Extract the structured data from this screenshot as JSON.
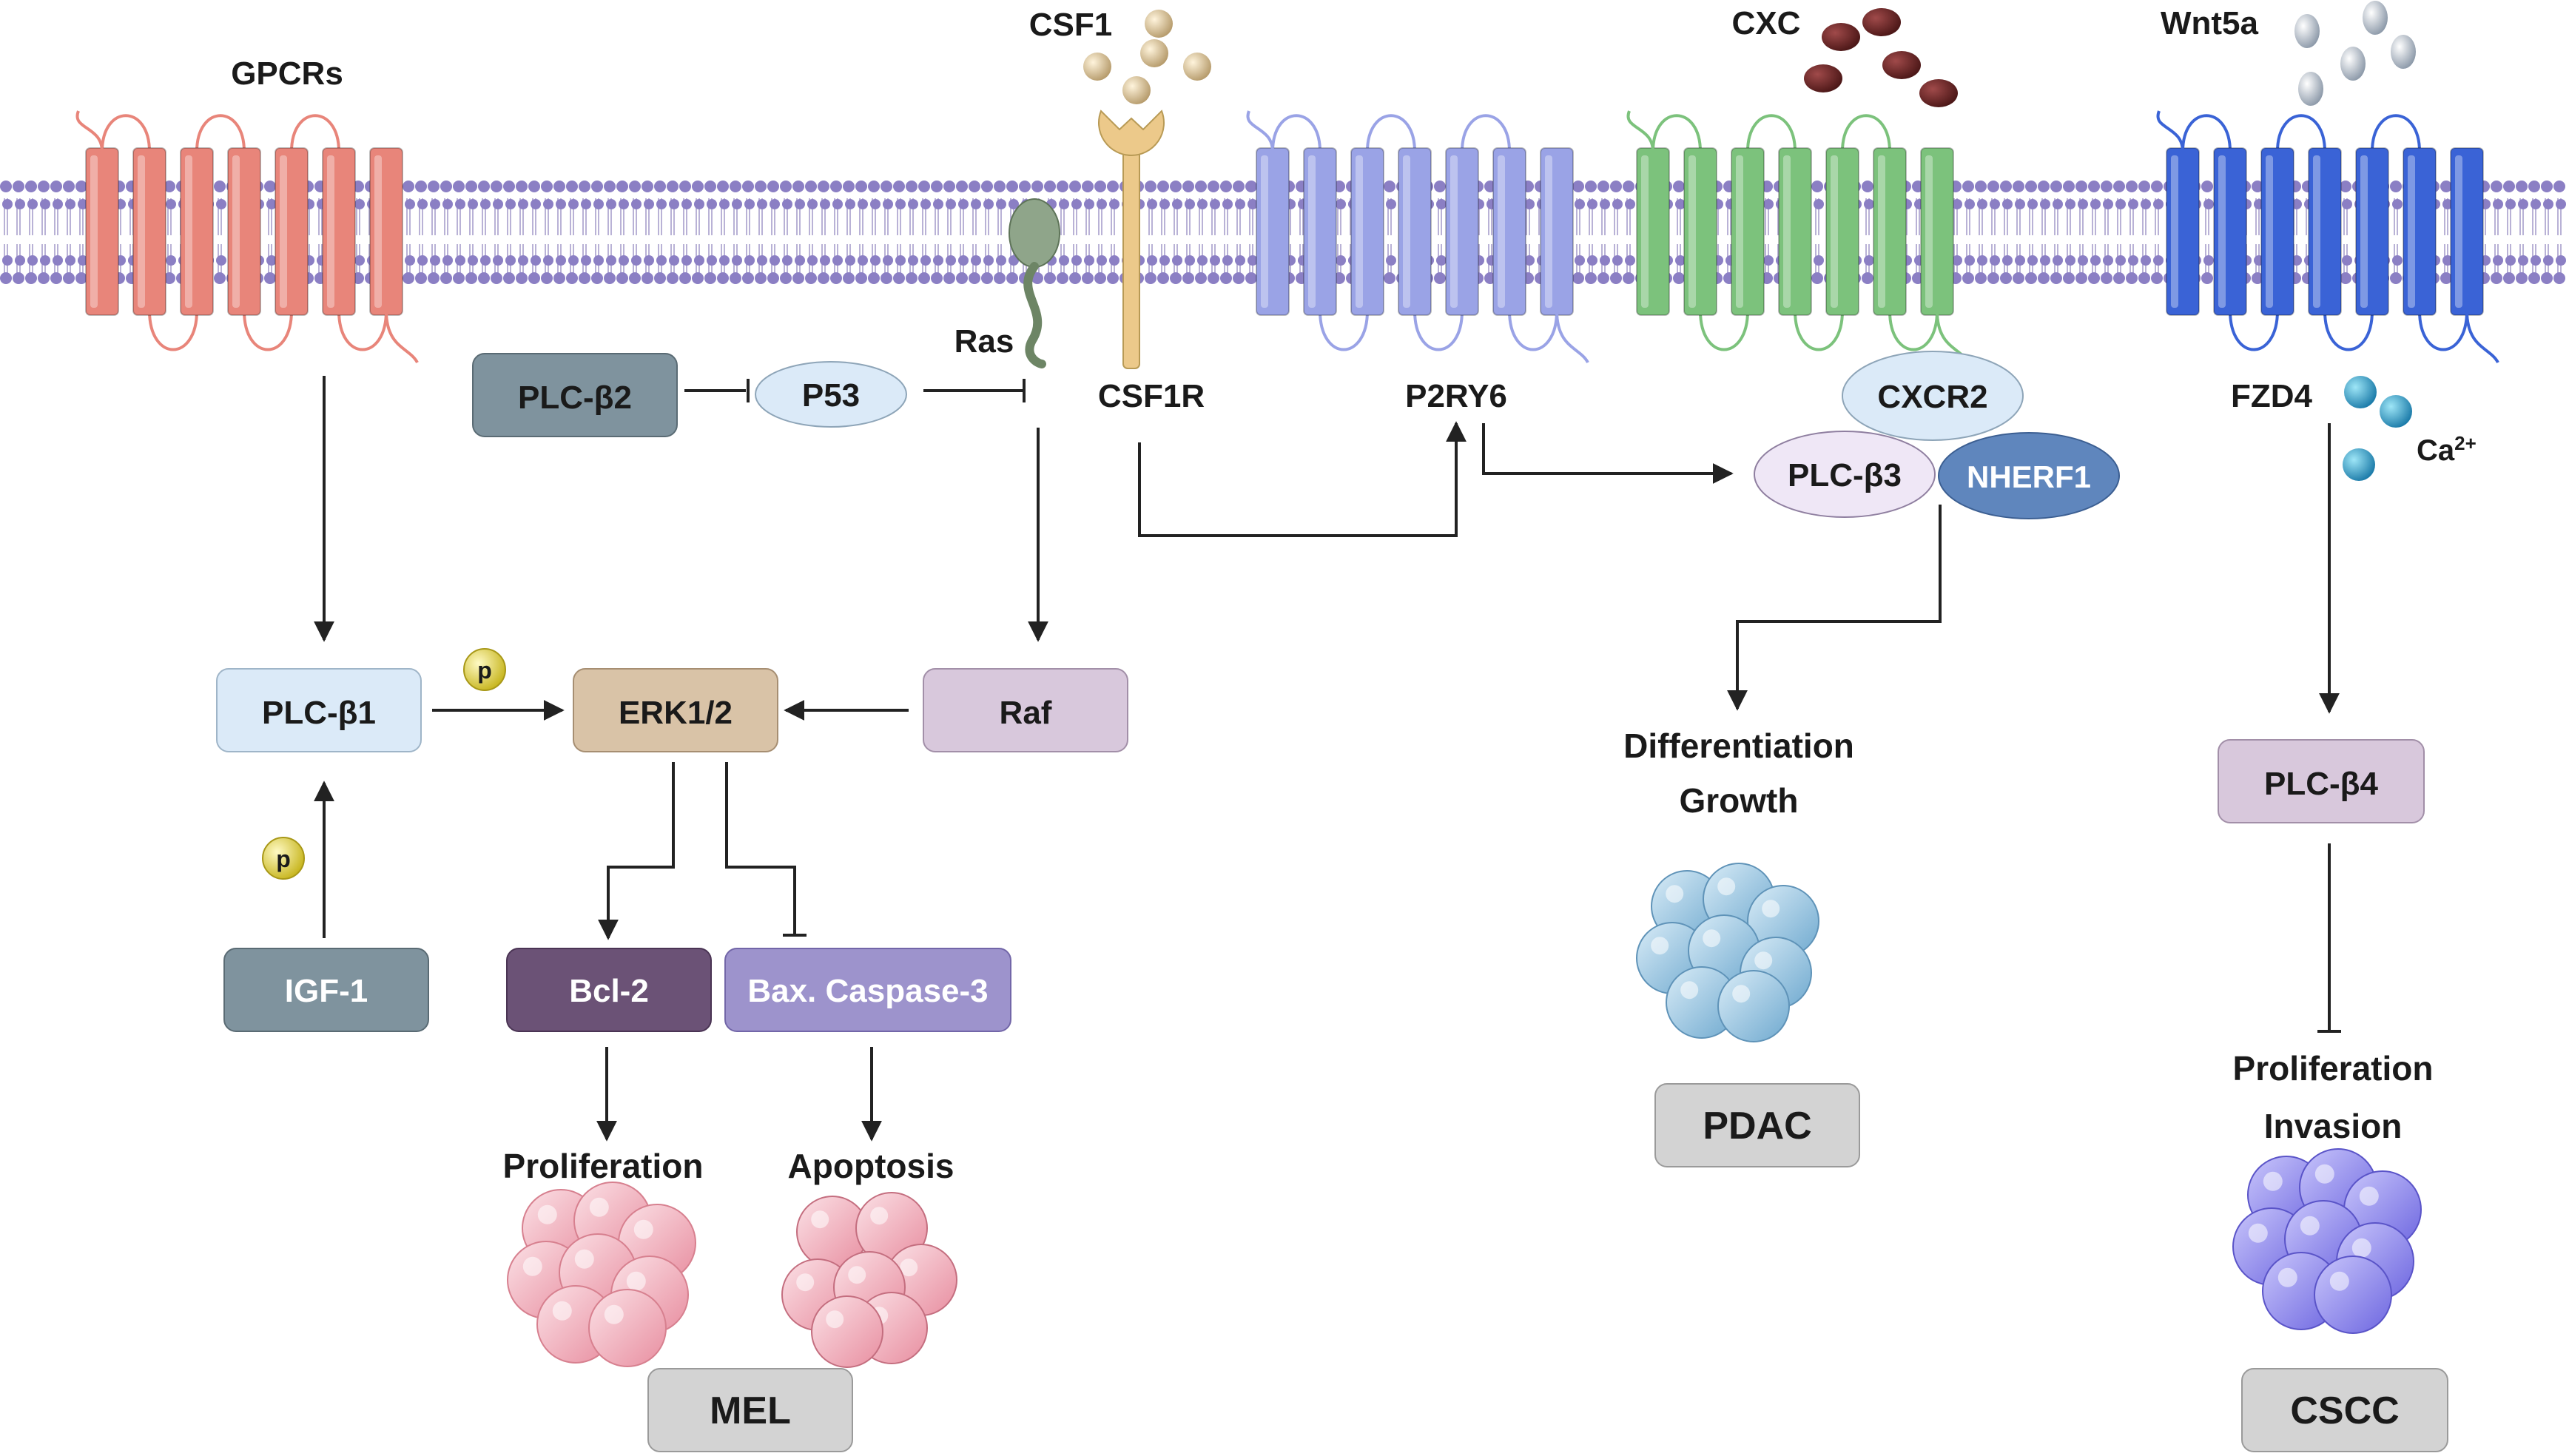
{
  "ligands": {
    "csf1": "CSF1",
    "cxc": "CXC",
    "wnt5a": "Wnt5a"
  },
  "receptors": {
    "gpcrs": "GPCRs",
    "ras": "Ras",
    "csf1r": "CSF1R",
    "p2ry6": "P2RY6",
    "cxcr2": "CXCR2",
    "fzd4": "FZD4",
    "nherf1": "NHERF1"
  },
  "nodes": {
    "plc_b1": "PLC-β1",
    "plc_b2": "PLC-β2",
    "plc_b3": "PLC-β3",
    "plc_b4": "PLC-β4",
    "p53": "P53",
    "erk": "ERK1/2",
    "raf": "Raf",
    "igf1": "IGF-1",
    "bcl2": "Bcl-2",
    "bax": "Bax. Caspase-3"
  },
  "phospho_label": "p",
  "calcium": {
    "base": "Ca",
    "sup": "2+"
  },
  "outcomes": {
    "proliferation": "Proliferation",
    "apoptosis": "Apoptosis",
    "differentiation": "Differentiation",
    "growth": "Growth",
    "proliferation2": "Proliferation",
    "invasion": "Invasion"
  },
  "cancers": {
    "mel": "MEL",
    "pdac": "PDAC",
    "cscc": "CSCC"
  },
  "colors": {
    "gpcr": "#e8857a",
    "p2ry6": "#9aa3e6",
    "cxcr2_receptor": "#7cc27c",
    "fzd4_receptor": "#3a63d6",
    "membrane_head": "#8b7fc4",
    "csf1r": "#ecc98a",
    "ras": "#8fa58a",
    "box_blue_light": "#dbeaf8",
    "box_slate": "#7f939e",
    "box_tan": "#d9c3a7",
    "box_lavender": "#d8c8dc",
    "box_plum": "#6b5276",
    "box_purple": "#9d93cc",
    "box_gray": "#d3d3d3",
    "nherf1": "#5f86bd",
    "phospho": "#e6d843",
    "cells_pink": "#f2aab8",
    "cells_blue": "#8fc1de",
    "cells_purple": "#8b86ee"
  }
}
